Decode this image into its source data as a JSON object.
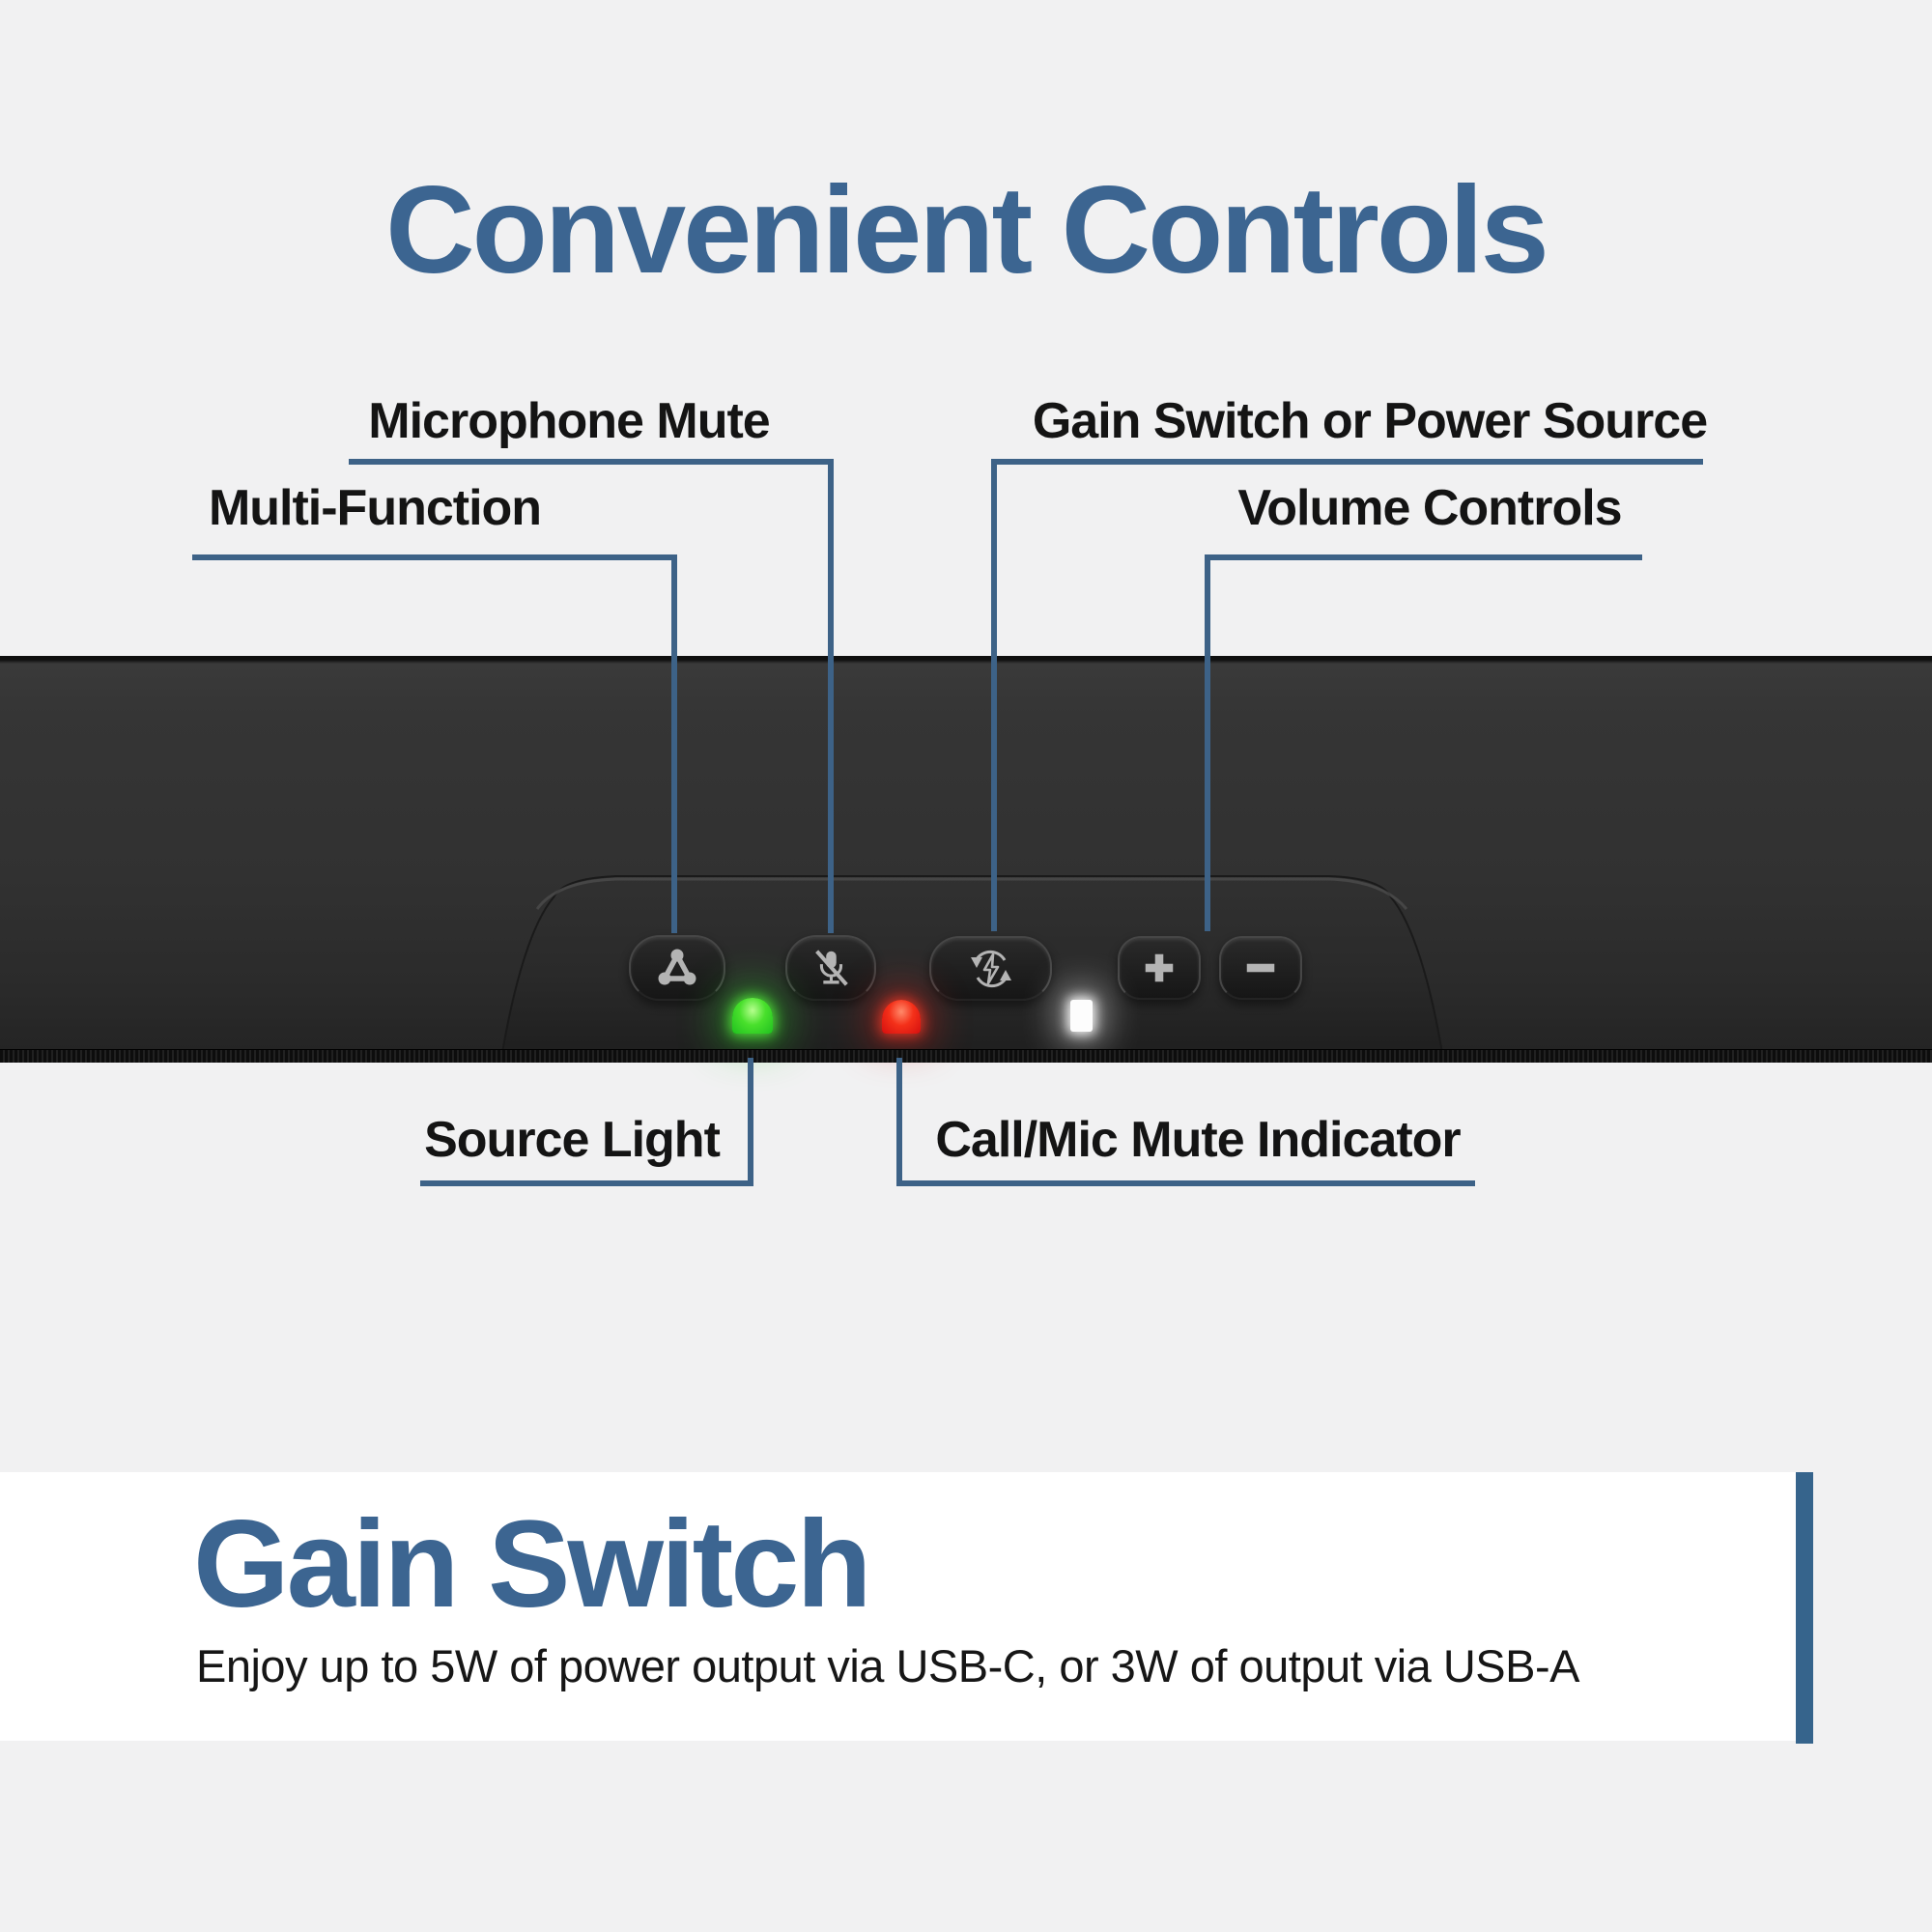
{
  "title": "Convenient Controls",
  "top_callouts": [
    {
      "id": "microphone-mute",
      "label": "Microphone Mute"
    },
    {
      "id": "multi-function",
      "label": "Multi-Function"
    },
    {
      "id": "gain-switch-or-power-source",
      "label": "Gain Switch or Power Source"
    },
    {
      "id": "volume-controls",
      "label": "Volume Controls"
    }
  ],
  "bottom_callouts": [
    {
      "id": "source-light",
      "label": "Source Light"
    },
    {
      "id": "call-mic-mute-indicator",
      "label": "Call/Mic Mute Indicator"
    }
  ],
  "device": {
    "type": "soundbar-top-control-panel",
    "buttons": [
      {
        "name": "multi-function-button",
        "icon": "multi-function-icon"
      },
      {
        "name": "microphone-mute-button",
        "icon": "mic-mute-icon"
      },
      {
        "name": "gain-switch-button",
        "icon": "gain-cycle-bolt-icon"
      },
      {
        "name": "volume-up-button",
        "icon": "plus-icon",
        "glyph": "+"
      },
      {
        "name": "volume-down-button",
        "icon": "minus-icon",
        "glyph": "−"
      }
    ],
    "indicators": [
      {
        "name": "source-light-led",
        "color": "#2fd42f",
        "state": "on"
      },
      {
        "name": "call-mic-mute-led",
        "color": "#ee1b1b",
        "state": "on"
      },
      {
        "name": "power-led",
        "color": "#ffffff",
        "state": "on"
      }
    ]
  },
  "feature_section": {
    "heading": "Gain Switch",
    "description": "Enjoy up to 5W of power output via USB-C, or 3W of output via USB-A"
  },
  "colors": {
    "heading_blue": "#3c6591",
    "callout_line_blue": "#3d6287",
    "background_gray": "#f1f1f2",
    "card_white": "#ffffff",
    "accent_bar_blue": "#36648c"
  }
}
